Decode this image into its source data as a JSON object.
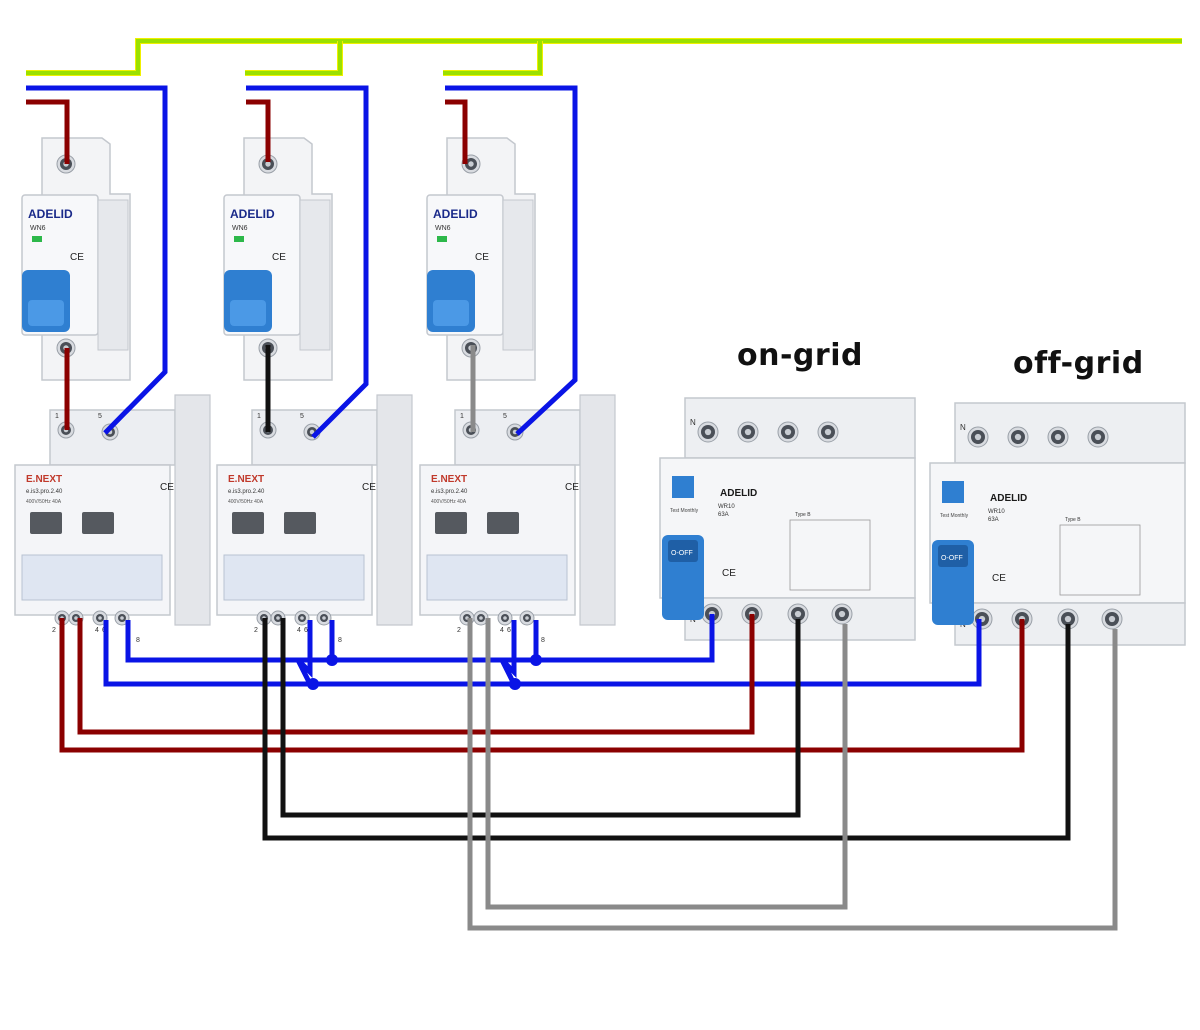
{
  "labels": {
    "on_grid": "on-grid",
    "off_grid": "off-grid"
  },
  "mcb": {
    "brand": "ADELID",
    "model": "WN6",
    "mark": "CE"
  },
  "switch": {
    "brand": "E.NEXT",
    "model": "e.is3.pro.2.40",
    "rating": "400V/50Hz 40A",
    "mark": "CE",
    "terminal_top": [
      "1",
      "5"
    ],
    "terminal_bottom": [
      "2",
      "4",
      "6",
      "8"
    ]
  },
  "rcd": {
    "brand": "ADELID",
    "model": "WR10",
    "rating": "63A",
    "type": "Type B",
    "test": "Test Monthly",
    "off": "O-OFF",
    "n": "N",
    "mark": "CE"
  },
  "colors": {
    "earth": "#9be000",
    "earth_edge": "#f0f000",
    "neutral": "#0a14e6",
    "phase1": "#8b0000",
    "phase2": "#111111",
    "phase3": "#8a8a8a",
    "device_body": "#eef0f3",
    "toggle_blue": "#2f7fd1"
  }
}
